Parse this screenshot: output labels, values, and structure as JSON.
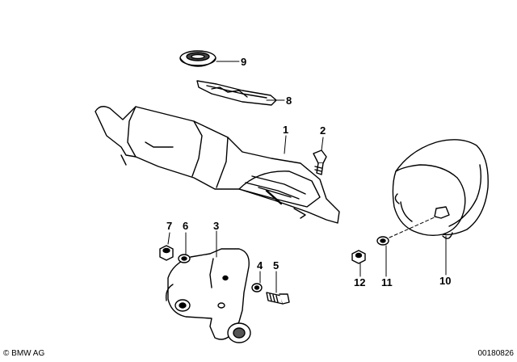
{
  "callouts": [
    {
      "id": "9",
      "label": "9"
    },
    {
      "id": "8",
      "label": "8"
    },
    {
      "id": "1",
      "label": "1"
    },
    {
      "id": "2",
      "label": "2"
    },
    {
      "id": "7",
      "label": "7"
    },
    {
      "id": "6",
      "label": "6"
    },
    {
      "id": "3",
      "label": "3"
    },
    {
      "id": "4",
      "label": "4"
    },
    {
      "id": "5",
      "label": "5"
    },
    {
      "id": "12",
      "label": "12"
    },
    {
      "id": "11",
      "label": "11"
    },
    {
      "id": "10",
      "label": "10"
    }
  ],
  "footer": {
    "copyright": "© BMW AG",
    "doc_id": "00180826"
  }
}
